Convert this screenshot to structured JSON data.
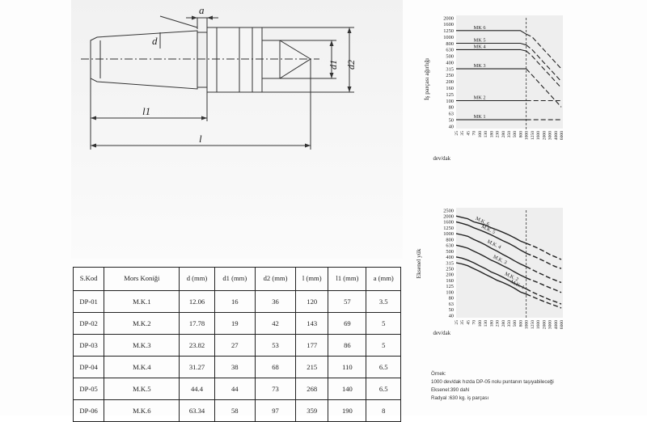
{
  "drawing": {
    "dim_a": "a",
    "dim_d": "d",
    "dim_d1": "d1",
    "dim_d2": "d2",
    "dim_l1": "l1",
    "dim_l": "l"
  },
  "table": {
    "headers": [
      "S.Kod",
      "Mors Koniği",
      "d (mm)",
      "d1 (mm)",
      "d2 (mm)",
      "l (mm)",
      "l1 (mm)",
      "a (mm)"
    ],
    "rows": [
      [
        "DP-01",
        "M.K.1",
        "12.06",
        "16",
        "36",
        "120",
        "57",
        "3.5"
      ],
      [
        "DP-02",
        "M.K.2",
        "17.78",
        "19",
        "42",
        "143",
        "69",
        "5"
      ],
      [
        "DP-03",
        "M.K.3",
        "23.82",
        "27",
        "53",
        "177",
        "86",
        "5"
      ],
      [
        "DP-04",
        "M.K.4",
        "31.27",
        "38",
        "68",
        "215",
        "110",
        "6.5"
      ],
      [
        "DP-05",
        "M.K.5",
        "44.4",
        "44",
        "73",
        "268",
        "140",
        "6.5"
      ],
      [
        "DP-06",
        "M.K.6",
        "63.34",
        "58",
        "97",
        "359",
        "190",
        "8"
      ]
    ]
  },
  "chart_data": [
    {
      "type": "line",
      "ylabel": "İş parçası ağırlığı",
      "xlabel": "dev/dak",
      "yticks": [
        "2000",
        "1600",
        "1250",
        "1000",
        "800",
        "630",
        "500",
        "400",
        "315",
        "250",
        "200",
        "160",
        "125",
        "100",
        "80",
        "63",
        "50",
        "40"
      ],
      "xticks": [
        "25",
        "35",
        "45",
        "70",
        "100",
        "130",
        "180",
        "230",
        "280",
        "350",
        "500",
        "800",
        "1000",
        "1250",
        "1600",
        "2000",
        "3000",
        "4000",
        "6000"
      ],
      "dashed_marker_x": "1000",
      "series": [
        {
          "name": "MK 6",
          "values": [
            1250,
            1250,
            1250,
            1250,
            1250,
            1250,
            1250,
            1250,
            1250,
            1250,
            1250,
            1250,
            1100,
            1000,
            800,
            630,
            500,
            400,
            315
          ]
        },
        {
          "name": "MK 5",
          "values": [
            800,
            800,
            800,
            800,
            800,
            800,
            800,
            800,
            800,
            800,
            800,
            800,
            750,
            630,
            500,
            400,
            315,
            250,
            200
          ]
        },
        {
          "name": "MK 4",
          "values": [
            630,
            630,
            630,
            630,
            630,
            630,
            630,
            630,
            630,
            630,
            630,
            630,
            600,
            500,
            400,
            315,
            250,
            200,
            160
          ]
        },
        {
          "name": "MK 3",
          "values": [
            315,
            315,
            315,
            315,
            315,
            315,
            315,
            315,
            315,
            315,
            315,
            315,
            315,
            250,
            200,
            160,
            125,
            100,
            80
          ]
        },
        {
          "name": "MK 2",
          "values": [
            100,
            100,
            100,
            100,
            100,
            100,
            100,
            100,
            100,
            100,
            100,
            100,
            100,
            100,
            100,
            100,
            100,
            100,
            100
          ]
        },
        {
          "name": "MK 1",
          "values": [
            50,
            50,
            50,
            50,
            50,
            50,
            50,
            50,
            50,
            50,
            50,
            50,
            50,
            50,
            50,
            50,
            50,
            50,
            50
          ]
        }
      ]
    },
    {
      "type": "line",
      "ylabel": "Eksenel yük",
      "xlabel": "dev/dak",
      "yticks": [
        "2500",
        "2000",
        "1600",
        "1250",
        "1000",
        "800",
        "630",
        "500",
        "400",
        "315",
        "250",
        "200",
        "160",
        "125",
        "100",
        "80",
        "63",
        "50",
        "40"
      ],
      "xticks": [
        "25",
        "35",
        "45",
        "70",
        "100",
        "130",
        "180",
        "230",
        "280",
        "350",
        "500",
        "800",
        "1000",
        "1250",
        "1600",
        "2000",
        "3000",
        "4000",
        "6000"
      ],
      "dashed_marker_x": "1000",
      "series": [
        {
          "name": "M.K. 6",
          "values": [
            2000,
            1900,
            1800,
            1600,
            1500,
            1400,
            1250,
            1150,
            1050,
            950,
            850,
            750,
            680,
            620,
            560,
            500,
            440,
            400,
            360
          ]
        },
        {
          "name": "M.K. 5",
          "values": [
            1600,
            1500,
            1400,
            1250,
            1150,
            1050,
            950,
            850,
            760,
            680,
            600,
            520,
            460,
            420,
            380,
            340,
            300,
            270,
            250
          ]
        },
        {
          "name": "M.K. 4",
          "values": [
            1000,
            950,
            900,
            800,
            720,
            640,
            560,
            500,
            440,
            390,
            340,
            300,
            270,
            240,
            215,
            195,
            175,
            160,
            145
          ]
        },
        {
          "name": "M.K. 3",
          "values": [
            630,
            600,
            560,
            500,
            450,
            400,
            350,
            315,
            280,
            250,
            220,
            195,
            175,
            160,
            145,
            130,
            118,
            108,
            98
          ]
        },
        {
          "name": "M.K. 2",
          "values": [
            400,
            380,
            350,
            315,
            280,
            250,
            220,
            200,
            180,
            160,
            140,
            125,
            112,
            100,
            90,
            82,
            74,
            68,
            62
          ]
        },
        {
          "name": "M.K. 1",
          "values": [
            315,
            300,
            280,
            250,
            225,
            200,
            180,
            160,
            145,
            130,
            115,
            100,
            92,
            84,
            76,
            69,
            63,
            58,
            53
          ]
        }
      ]
    }
  ],
  "example": {
    "heading": "Örnek:",
    "line1": "1000 dev/dak hızda DP-05 nolu puntanın taşıyabileceği",
    "line2": "Eksenel:390 daN",
    "line3": "Radyal :630 kg. iş parçası"
  }
}
